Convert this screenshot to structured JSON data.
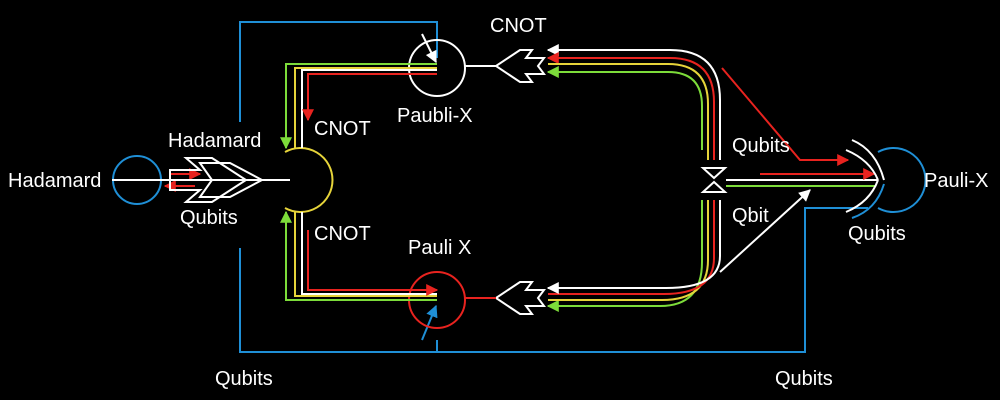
{
  "colors": {
    "background": "#000000",
    "white": "#ffffff",
    "red": "#e8231f",
    "green": "#7ddc3a",
    "blue": "#1f8fd6",
    "yellow": "#e6d43a"
  },
  "labels": {
    "left_node": "Hadamard",
    "left_gate": "Hadamard",
    "left_qubits": "Qubits",
    "cnot_upper": "CNOT",
    "cnot_lower": "CNOT",
    "cnot_top": "CNOT",
    "top_gate": "Paubli-X",
    "bottom_gate": "Pauli X",
    "center_qubits": "Qubits",
    "center_qubit": "Qbit",
    "right_gate": "Pauli-X",
    "right_qubits": "Qubits",
    "bottom_left_qubits": "Qubits",
    "bottom_right_qubits": "Qubits"
  }
}
